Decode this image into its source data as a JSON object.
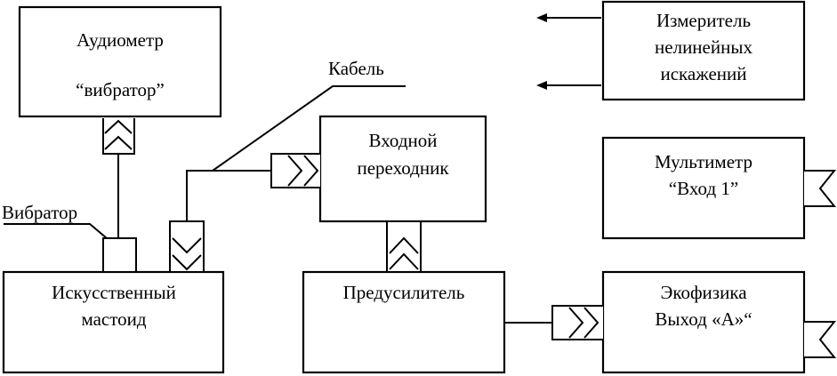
{
  "blocks": {
    "audiometer": {
      "line1": "Аудиометр",
      "line2": "“вибратор”"
    },
    "distortion_meter": {
      "line1": "Измеритель",
      "line2": "нелинейных",
      "line3": "искажений"
    },
    "input_adapter": {
      "line1": "Входной",
      "line2": "переходник"
    },
    "multimeter": {
      "line1": "Мультиметр",
      "line2": "“Вход 1”"
    },
    "mastoid": {
      "line1": "Искусственный",
      "line2": "мастоид"
    },
    "preamplifier": {
      "line1": "Предусилитель"
    },
    "ecophysics": {
      "line1": "Экофизика",
      "line2": "Выход «А»“"
    }
  },
  "labels": {
    "cable": "Кабель",
    "vibrator": "Вибратор"
  }
}
